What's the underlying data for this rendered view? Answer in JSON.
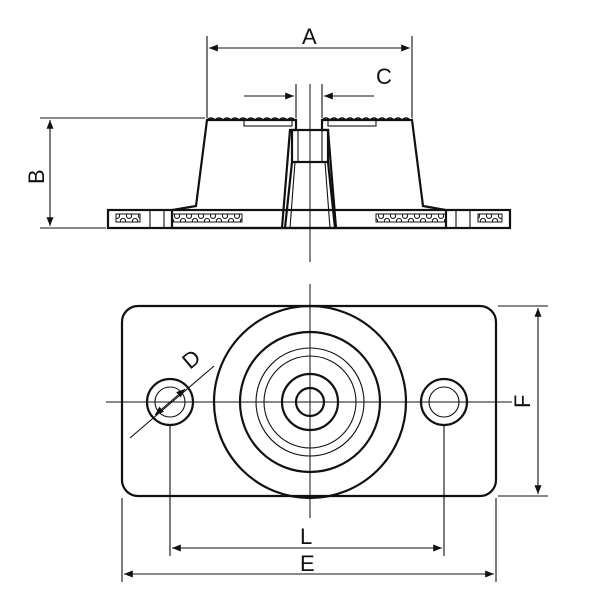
{
  "diagram": {
    "labels": {
      "A": "A",
      "B": "B",
      "C": "C",
      "D": "D",
      "E": "E",
      "F": "F",
      "L": "L"
    }
  }
}
